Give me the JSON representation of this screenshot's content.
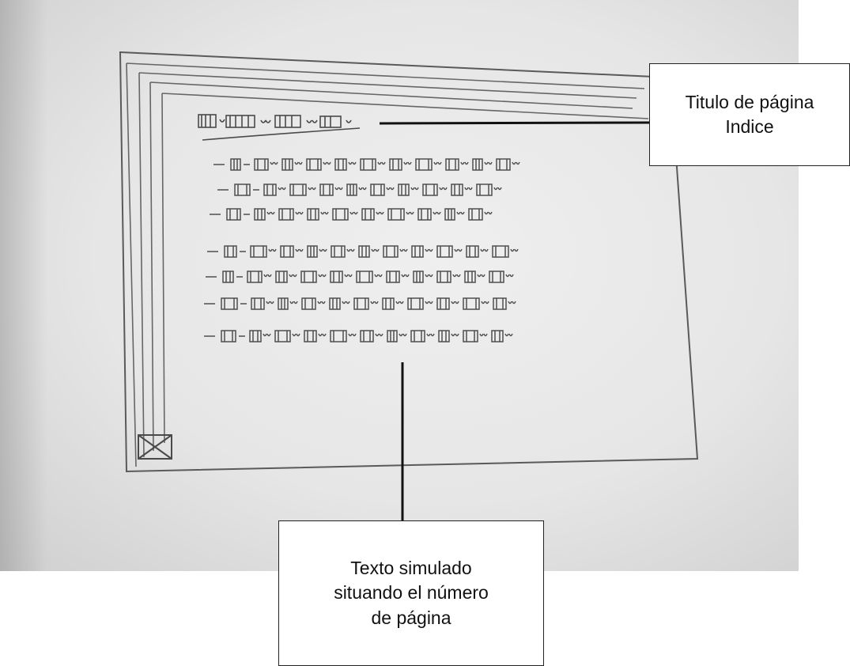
{
  "annotations": {
    "title_callout": {
      "line1": "Titulo de página",
      "line2": "Indice"
    },
    "text_callout": {
      "line1": "Texto simulado",
      "line2": "situando el número",
      "line3": "de página"
    }
  },
  "colors": {
    "paper": "#e8e8e8",
    "pencil": "#5a5a5a",
    "ink": "#111111"
  },
  "sketch": {
    "index_entry_count": 7
  }
}
